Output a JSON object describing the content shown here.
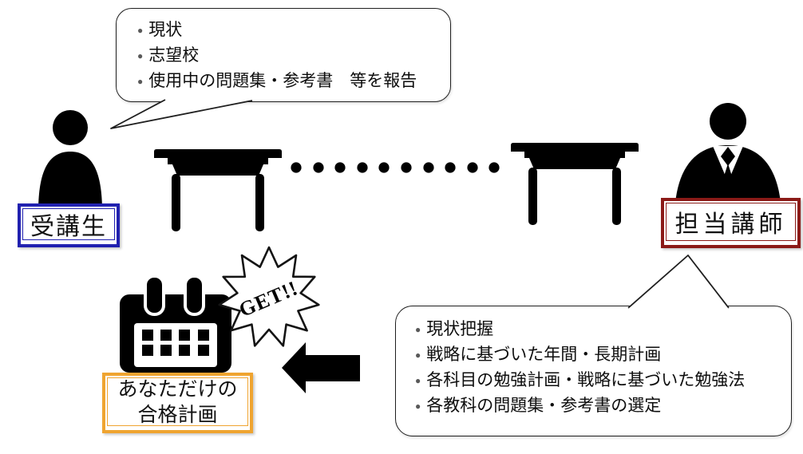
{
  "diagram": {
    "student": {
      "label": "受講生"
    },
    "instructor": {
      "label": "担当講師"
    },
    "student_report_bubble": {
      "items": [
        "現状",
        "志望校",
        "使用中の問題集・参考書　等を報告"
      ]
    },
    "instructor_provide_bubble": {
      "items": [
        "現状把握",
        "戦略に基づいた年間・長期計画",
        "各科目の勉強計画・戦略に基づいた勉強法",
        "各教科の問題集・参考書の選定"
      ]
    },
    "plan_label": {
      "line1": "あなただけの",
      "line2": "合格計画"
    },
    "burst": {
      "text": "GET!!"
    },
    "glyphs": {
      "bullet": "●"
    },
    "icons": [
      "person-icon",
      "person-suit-icon",
      "desk-icon",
      "dots-separator",
      "calendar-icon",
      "starburst-icon",
      "left-arrow-icon"
    ]
  },
  "colors": {
    "student_border": "#2121B0",
    "instructor_border": "#8B1A17",
    "plan_border": "#EFA430",
    "ink": "#000000"
  }
}
